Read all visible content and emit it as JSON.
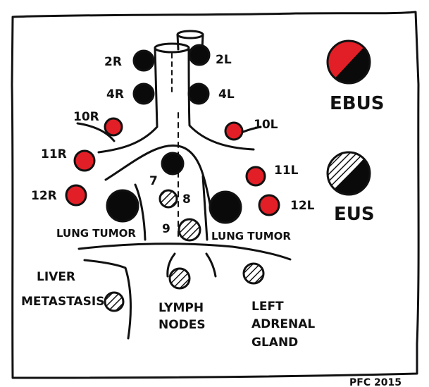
{
  "colors": {
    "ebus_red": "#e21f26",
    "node_black": "#0a0a0a",
    "ink": "#111111"
  },
  "stations": {
    "s2R": "2R",
    "s2L": "2L",
    "s4R": "4R",
    "s4L": "4L",
    "s10R": "10R",
    "s10L": "10L",
    "s11R": "11R",
    "s11L": "11L",
    "s12R": "12R",
    "s12L": "12L",
    "s7": "7",
    "s8": "8",
    "s9": "9"
  },
  "legend": {
    "ebus": "EBUS",
    "eus": "EUS"
  },
  "tumors": {
    "left": "LUNG TUMOR",
    "right": "LUNG TUMOR"
  },
  "abdomen": {
    "liver_line1": "LIVER",
    "liver_line2": "METASTASIS",
    "lymph_line1": "LYMPH",
    "lymph_line2": "NODES",
    "adrenal_line1": "LEFT",
    "adrenal_line2": "ADRENAL",
    "adrenal_line3": "GLAND"
  },
  "signature": "PFC 2015"
}
